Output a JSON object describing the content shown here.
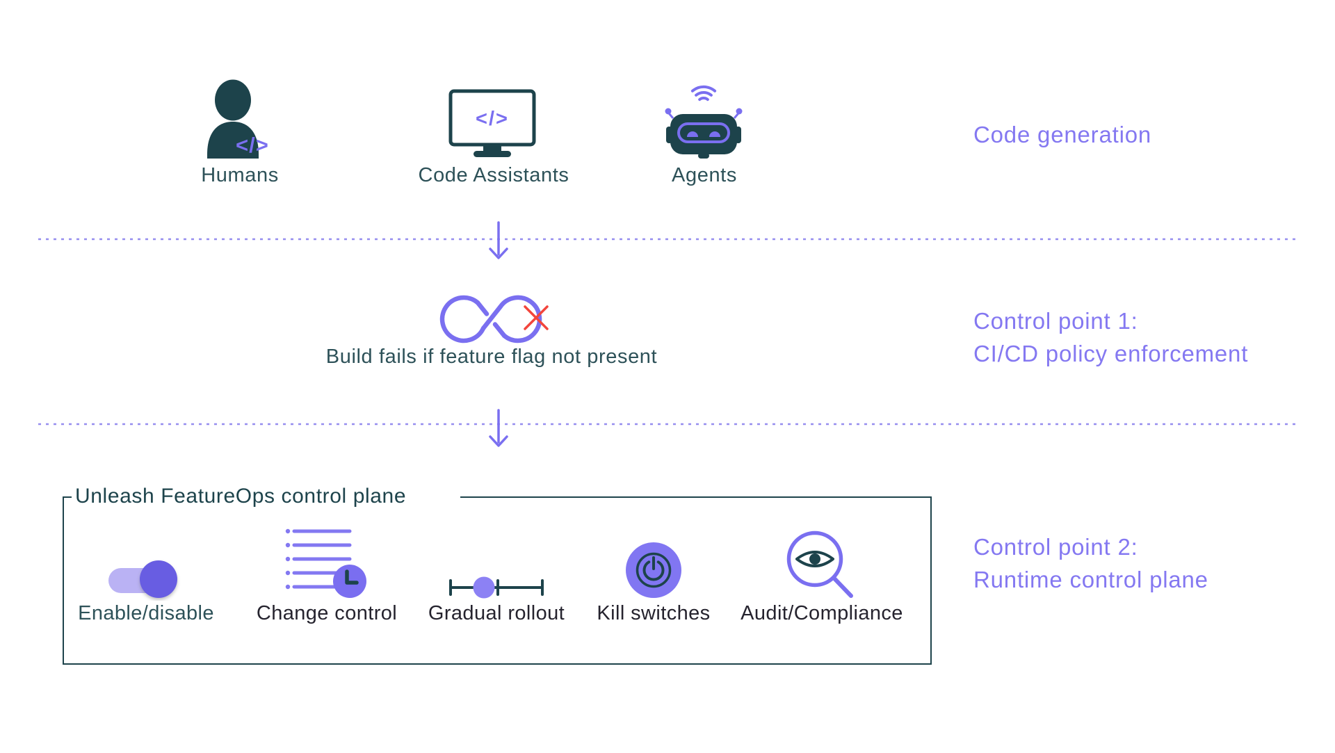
{
  "colors": {
    "teal_dark": "#1D434B",
    "teal_text": "#2D5158",
    "purple": "#7A6FF0",
    "purple_text": "#8478F1",
    "purple_track": "#BAB2F4",
    "purple_knob": "#685DE2",
    "red_x": "#F2453C",
    "label_dark": "#25232E"
  },
  "top_row": {
    "stage_label": "Code generation",
    "code_glyph": "</>",
    "items": [
      {
        "label": "Humans",
        "icon": "human-icon"
      },
      {
        "label": "Code Assistants",
        "icon": "code-assistant-icon"
      },
      {
        "label": "Agents",
        "icon": "agent-robot-icon"
      }
    ]
  },
  "control_point_1": {
    "caption": "Build fails if feature flag not present",
    "label_line1": "Control point 1:",
    "label_line2": "CI/CD policy enforcement",
    "icon": "cicd-infinity-icon",
    "fail_icon": "red-x-icon"
  },
  "control_plane": {
    "title": "Unleash FeatureOps control plane",
    "label_line1": "Control point 2:",
    "label_line2": "Runtime control plane",
    "items": [
      {
        "label": "Enable/disable",
        "icon": "toggle-icon"
      },
      {
        "label": "Change control",
        "icon": "change-control-clock-icon"
      },
      {
        "label": "Gradual rollout",
        "icon": "gradual-rollout-slider-icon"
      },
      {
        "label": "Kill switches",
        "icon": "kill-switch-power-icon"
      },
      {
        "label": "Audit/Compliance",
        "icon": "audit-magnifier-eye-icon"
      }
    ]
  }
}
